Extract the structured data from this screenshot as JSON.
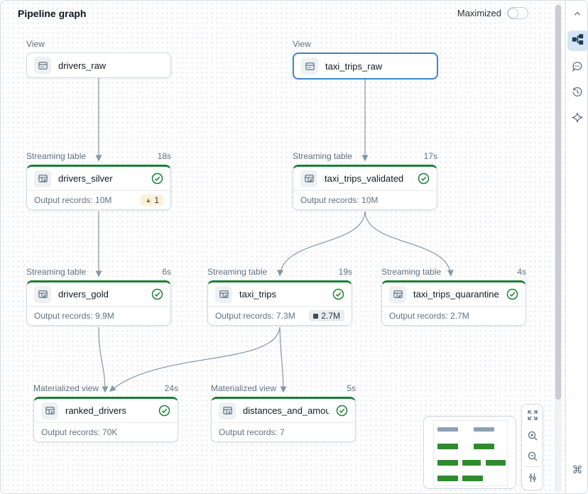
{
  "header": {
    "title": "Pipeline graph",
    "maximized_label": "Maximized",
    "maximized_on": false
  },
  "canvas": {
    "nodes": [
      {
        "type_label": "View",
        "name": "drivers_raw"
      },
      {
        "type_label": "View",
        "name": "taxi_trips_raw",
        "selected": true
      },
      {
        "type_label": "Streaming table",
        "duration": "18s",
        "name": "drivers_silver",
        "status": "success",
        "footer": "Output records: 10M",
        "warning_count": "1"
      },
      {
        "type_label": "Streaming table",
        "duration": "17s",
        "name": "taxi_trips_validated",
        "status": "success",
        "footer": "Output records: 10M"
      },
      {
        "type_label": "Streaming table",
        "duration": "6s",
        "name": "drivers_gold",
        "status": "success",
        "footer": "Output records: 9.9M"
      },
      {
        "type_label": "Streaming table",
        "duration": "19s",
        "name": "taxi_trips",
        "status": "success",
        "footer": "Output records: 7.3M",
        "metric_badge": "2.7M"
      },
      {
        "type_label": "Streaming table",
        "duration": "4s",
        "name": "taxi_trips_quarantine",
        "status": "success",
        "footer": "Output records: 2.7M"
      },
      {
        "type_label": "Materialized view",
        "duration": "24s",
        "name": "ranked_drivers",
        "status": "success",
        "footer": "Output records: 70K"
      },
      {
        "type_label": "Materialized view",
        "duration": "5s",
        "name": "distances_and_amounts_b...",
        "status": "success",
        "footer": "Output records: 7"
      }
    ],
    "edges": [
      "drivers_raw -> drivers_silver",
      "taxi_trips_raw -> taxi_trips_validated",
      "drivers_silver -> drivers_gold",
      "taxi_trips_validated -> taxi_trips",
      "taxi_trips_validated -> taxi_trips_quarantine",
      "drivers_gold -> ranked_drivers",
      "taxi_trips -> ranked_drivers",
      "taxi_trips -> distances_and_amounts_b..."
    ]
  },
  "minimap": {
    "rows": [
      {
        "color": "gray",
        "count": 2
      },
      {
        "color": "green",
        "count": 2
      },
      {
        "color": "green",
        "count": 3
      },
      {
        "color": "green",
        "count": 2
      }
    ]
  },
  "zoom_controls": {
    "icons": [
      "fit-view-icon",
      "zoom-in-icon",
      "zoom-out-icon",
      "graph-settings-icon"
    ]
  },
  "sidebar": {
    "icons": [
      "collapse-up-icon",
      "pipeline-graph-icon",
      "comments-icon",
      "history-icon",
      "assistant-sparkle-icon",
      "command-icon"
    ],
    "active": "pipeline-graph-icon"
  },
  "colors": {
    "node_success_green": "#1a7f37",
    "selected_blue": "#3d87c9",
    "edge_gray_blue": "#8596a6",
    "warning_bg": "#faf1dd",
    "warning_icon": "#9e6b1f",
    "metric_badge_bg": "#e9edf0",
    "minimap_green": "#2e8b2e",
    "minimap_gray": "#8ea0b3",
    "sidebar_active_bg": "#d6e6f4"
  }
}
